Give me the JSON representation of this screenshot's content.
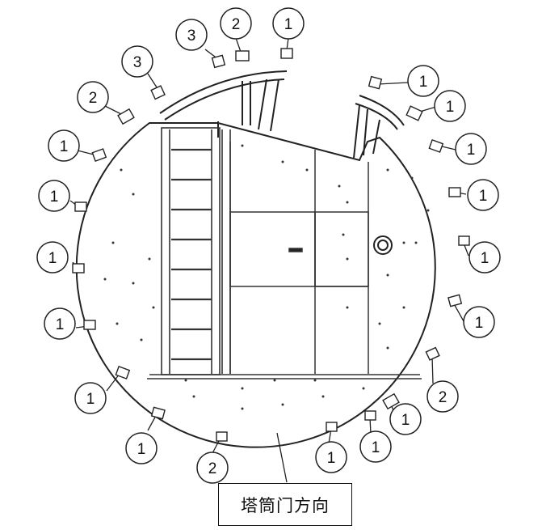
{
  "caption": "塔筒门方向",
  "callouts": [
    {
      "label": "1"
    },
    {
      "label": "2"
    },
    {
      "label": "3"
    },
    {
      "label": "3"
    },
    {
      "label": "2"
    },
    {
      "label": "1"
    },
    {
      "label": "1"
    },
    {
      "label": "1"
    },
    {
      "label": "1"
    },
    {
      "label": "1"
    },
    {
      "label": "1"
    },
    {
      "label": "2"
    },
    {
      "label": "1"
    },
    {
      "label": "1"
    },
    {
      "label": "1"
    },
    {
      "label": "2"
    },
    {
      "label": "1"
    },
    {
      "label": "1"
    },
    {
      "label": "1"
    },
    {
      "label": "1"
    },
    {
      "label": "1"
    },
    {
      "label": "1"
    }
  ],
  "colors": {
    "line": "#222222",
    "frame": "#444444",
    "background": "#ffffff"
  }
}
